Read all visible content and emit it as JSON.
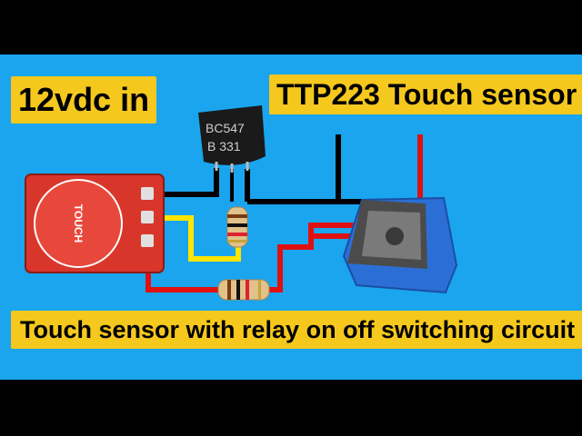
{
  "labels": {
    "power": "12vdc in",
    "sensor": "TTP223 Touch sensor",
    "caption": "Touch sensor with relay on off switching circuit"
  },
  "components": {
    "touch_pad_text": "TOUCH",
    "transistor_line1": "BC547",
    "transistor_line2": "B 331"
  },
  "colors": {
    "background": "#1aa5ee",
    "label_box": "#f5c81d",
    "touch_board": "#d8362b",
    "relay_body": "#2b6fd6",
    "wire_black": "#000000",
    "wire_red": "#e01010",
    "wire_yellow": "#ffe500"
  }
}
